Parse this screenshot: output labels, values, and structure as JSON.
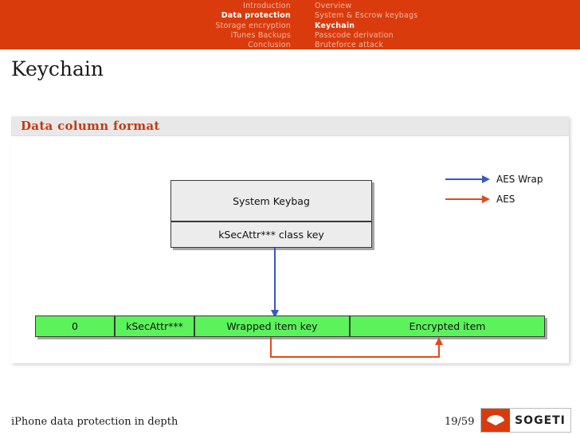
{
  "nav": {
    "left_column": [
      {
        "label": "Introduction",
        "active": false
      },
      {
        "label": "Data protection",
        "active": true
      },
      {
        "label": "Storage encryption",
        "active": false
      },
      {
        "label": "iTunes Backups",
        "active": false
      },
      {
        "label": "Conclusion",
        "active": false
      }
    ],
    "right_column": [
      {
        "label": "Overview",
        "active": false
      },
      {
        "label": "System & Escrow keybags",
        "active": false
      },
      {
        "label": "Keychain",
        "active": true
      },
      {
        "label": "Passcode derivation",
        "active": false
      },
      {
        "label": "Bruteforce attack",
        "active": false
      }
    ]
  },
  "slide": {
    "title": "Keychain",
    "block_title": "Data column format"
  },
  "diagram": {
    "system_keybag": "System Keybag",
    "class_key": "kSecAttr*** class key",
    "strips": [
      {
        "label": "0"
      },
      {
        "label": "kSecAttr***"
      },
      {
        "label": "Wrapped item key"
      },
      {
        "label": "Encrypted item"
      }
    ],
    "legend": [
      {
        "label": "AES Wrap",
        "color": "#3b55c4"
      },
      {
        "label": "AES",
        "color": "#e24a1c"
      }
    ]
  },
  "footer": {
    "text": "iPhone data protection in depth",
    "page": "19/59",
    "logo_text": "SOGETI"
  },
  "colors": {
    "brand_red": "#d93b0d",
    "block_title": "#c43a10",
    "green": "#5bf25b",
    "blue_arrow": "#3b55c4",
    "red_arrow": "#e24a1c"
  }
}
